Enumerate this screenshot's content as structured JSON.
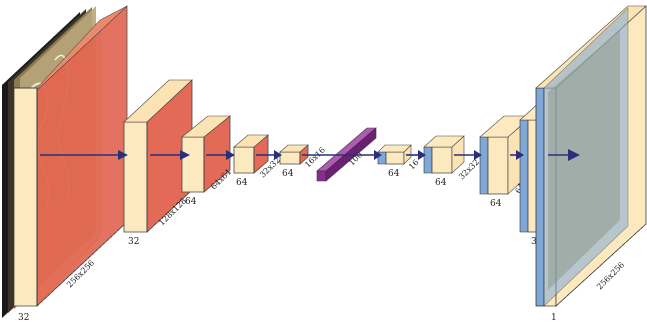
{
  "diagram": {
    "labels": {
      "enc1_channels": "32",
      "enc1_size": "256x256",
      "enc2_channels": "32",
      "enc2_size": "128x128",
      "enc3_channels": "64",
      "enc3_size": "64x64",
      "enc4_channels": "64",
      "enc4_size": "32x32",
      "enc5_channels": "64",
      "enc5_size": "16x16",
      "latent_size": "100",
      "dec1_channels": "64",
      "dec1_size": "16",
      "dec2_channels": "64",
      "dec2_size": "32x32",
      "dec3_channels": "64",
      "dec3_size": "64x64",
      "dec4_channels": "32",
      "dec4_size": "128x128",
      "out_channels": "1",
      "out_size": "256x256"
    },
    "colors": {
      "conv_front": "#fde9c0",
      "conv_red": "#e05a45",
      "conv_red_side": "#c94232",
      "latent": "#8a2c8f",
      "latent_top": "#b05ab3",
      "deconv_blue": "#7fa8d6",
      "gray_overlay": "#9aa59a",
      "arrow": "#2b2e7a"
    }
  }
}
